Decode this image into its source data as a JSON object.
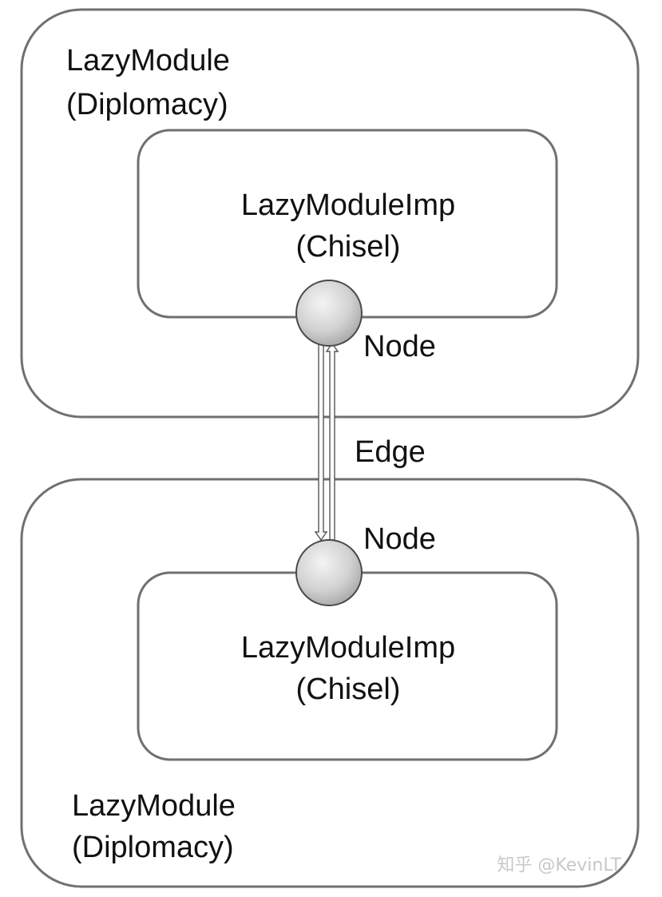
{
  "top_module": {
    "line1": "LazyModule",
    "line2": "(Diplomacy)",
    "inner": {
      "line1": "LazyModuleImp",
      "line2": "(Chisel)"
    }
  },
  "bottom_module": {
    "line1": "LazyModule",
    "line2": "(Diplomacy)",
    "inner": {
      "line1": "LazyModuleImp",
      "line2": "(Chisel)"
    }
  },
  "top_node_label": "Node",
  "bottom_node_label": "Node",
  "edge_label": "Edge",
  "watermark": "知乎 @KevinLT",
  "colors": {
    "box_stroke": "#707070",
    "node_fill_light": "#f2f2f2",
    "node_fill_dark": "#a9a9a9",
    "node_stroke": "#4a4a4a",
    "edge_stroke": "#555555",
    "text": "#111111"
  }
}
